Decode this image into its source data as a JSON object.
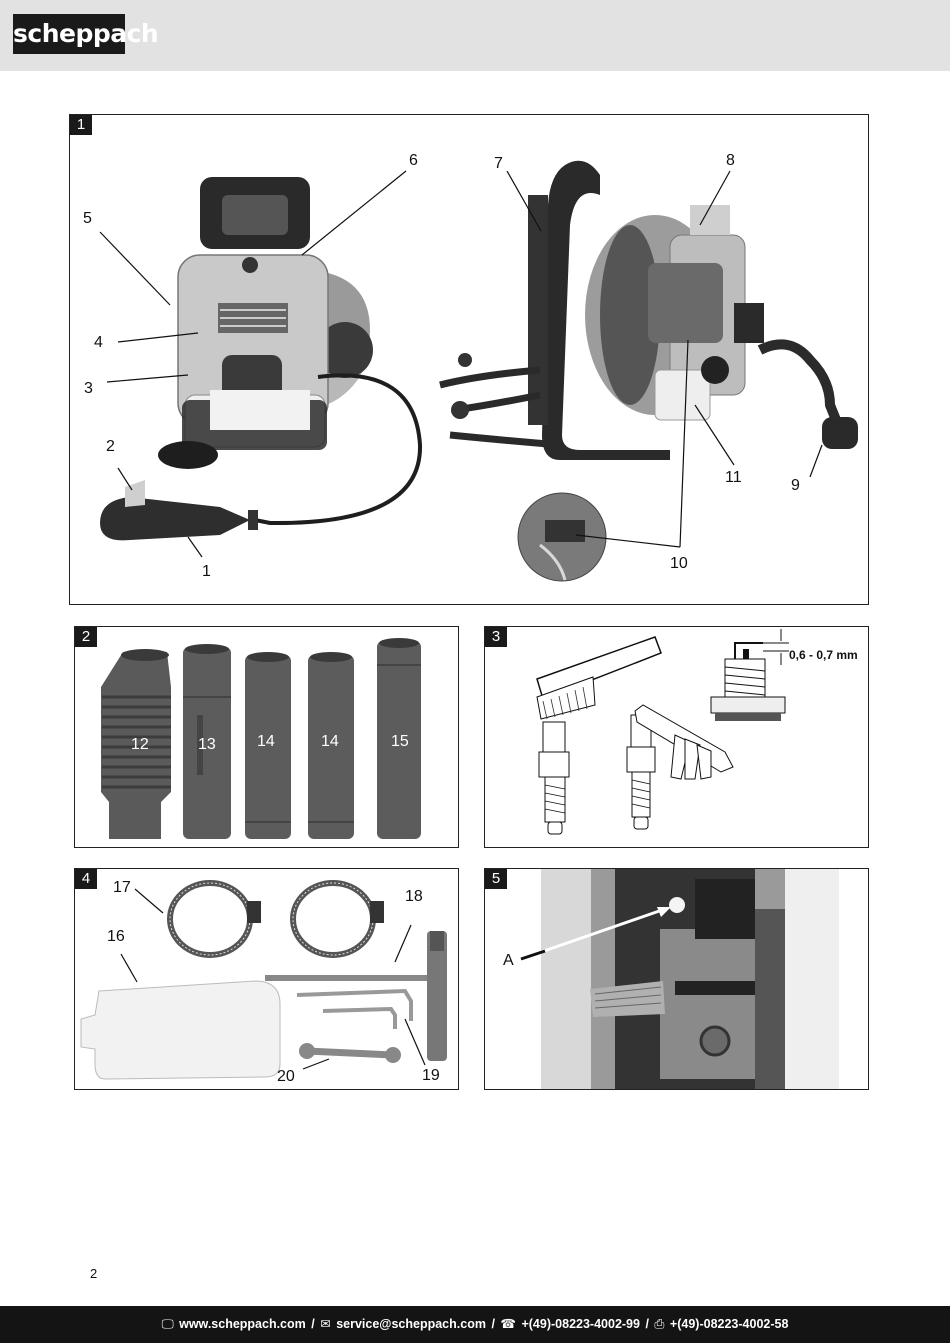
{
  "brand": {
    "name": "scheppach"
  },
  "page_number": "2",
  "figures": [
    {
      "number": "1",
      "callouts": [
        "1",
        "2",
        "3",
        "4",
        "5",
        "6",
        "7",
        "8",
        "9",
        "10",
        "11"
      ]
    },
    {
      "number": "2",
      "callouts": [
        "12",
        "13",
        "14",
        "14",
        "15"
      ]
    },
    {
      "number": "3",
      "gap_label": "0,6 - 0,7 mm"
    },
    {
      "number": "4",
      "callouts": [
        "16",
        "17",
        "18",
        "19",
        "20"
      ]
    },
    {
      "number": "5",
      "callouts": [
        "A"
      ]
    }
  ],
  "footer": {
    "web": "www.scheppach.com",
    "email": "service@scheppach.com",
    "phone": "+(49)-08223-4002-99",
    "fax": "+(49)-08223-4002-58",
    "separator": "/",
    "icons": [
      "computer-icon",
      "mail-icon",
      "phone-icon",
      "fax-icon"
    ]
  },
  "colors": {
    "header_bg": "#e2e2e2",
    "footer_bg": "#141414",
    "label_bg": "#1a1a1a"
  }
}
